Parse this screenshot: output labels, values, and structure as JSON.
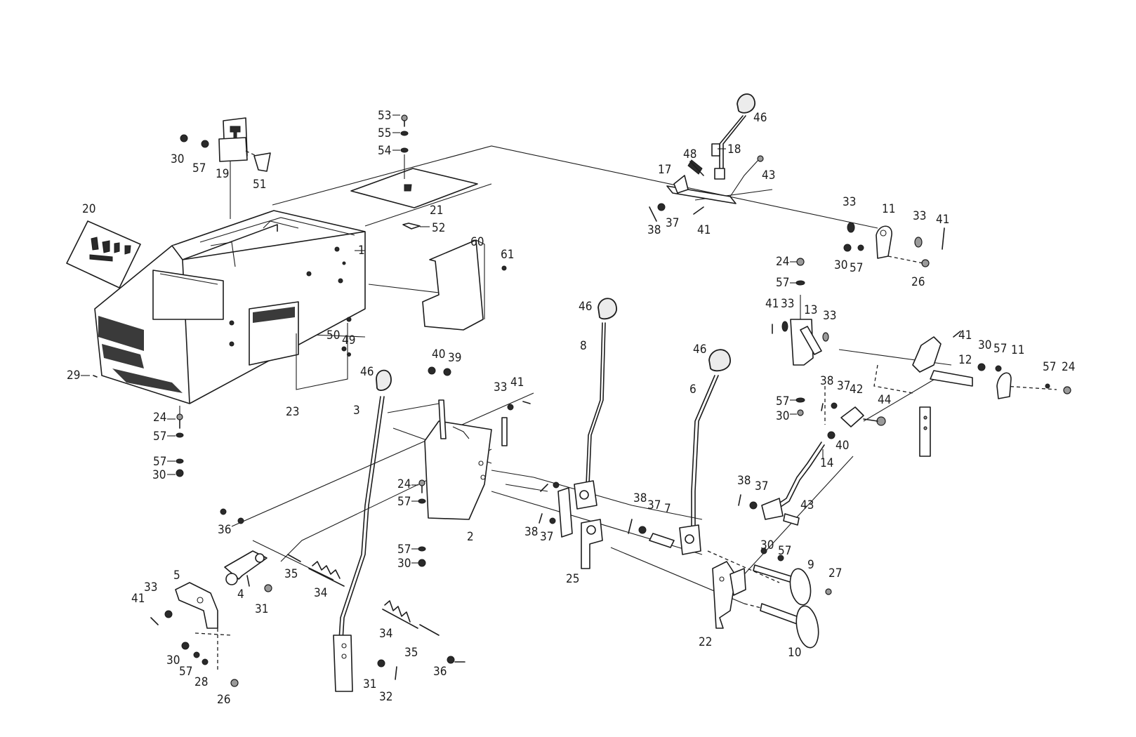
{
  "callouts": {
    "c1": "1",
    "c2": "2",
    "c3": "3",
    "c4": "4",
    "c5": "5",
    "c6": "6",
    "c7": "7",
    "c8": "8",
    "c9": "9",
    "c10": "10",
    "c11a": "11",
    "c11b": "11",
    "c12": "12",
    "c13": "13",
    "c14": "14",
    "c17": "17",
    "c18": "18",
    "c19": "19",
    "c20": "20",
    "c21": "21",
    "c22": "22",
    "c23": "23",
    "c24a": "24",
    "c24b": "24",
    "c24c": "24",
    "c24d": "24",
    "c25": "25",
    "c26a": "26",
    "c26b": "26",
    "c27": "27",
    "c28": "28",
    "c29": "29",
    "c30a": "30",
    "c30b": "30",
    "c30c": "30",
    "c30d": "30",
    "c30e": "30",
    "c30f": "30",
    "c30g": "30",
    "c30h": "30",
    "c31a": "31",
    "c31b": "31",
    "c32": "32",
    "c33a": "33",
    "c33b": "33",
    "c33c": "33",
    "c33d": "33",
    "c33e": "33",
    "c33f": "33",
    "c34a": "34",
    "c34b": "34",
    "c35a": "35",
    "c35b": "35",
    "c36a": "36",
    "c36b": "36",
    "c37a": "37",
    "c37b": "37",
    "c37c": "37",
    "c37d": "37",
    "c37e": "37",
    "c38a": "38",
    "c38b": "38",
    "c38c": "38",
    "c38d": "38",
    "c38e": "38",
    "c39": "39",
    "c40a": "40",
    "c40b": "40",
    "c41a": "41",
    "c41b": "41",
    "c41c": "41",
    "c41d": "41",
    "c41e": "41",
    "c41f": "41",
    "c42": "42",
    "c43a": "43",
    "c43b": "43",
    "c44": "44",
    "c46a": "46",
    "c46b": "46",
    "c46c": "46",
    "c46d": "46",
    "c48": "48",
    "c49": "49",
    "c50": "50",
    "c51": "51",
    "c52": "52",
    "c53": "53",
    "c54": "54",
    "c55": "55",
    "c57a": "57",
    "c57b": "57",
    "c57c": "57",
    "c57d": "57",
    "c57e": "57",
    "c57f": "57",
    "c57g": "57",
    "c57h": "57",
    "c57i": "57",
    "c57j": "57",
    "c57k": "57",
    "c57l": "57",
    "c57m": "57",
    "c60": "60",
    "c61": "61"
  },
  "colors": {
    "ink": "#1c1c1c",
    "paper": "#ffffff",
    "fill_dark": "#2a2a2a",
    "fill_grey": "#9a9a9a"
  }
}
